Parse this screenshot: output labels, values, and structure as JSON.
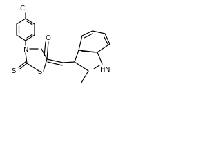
{
  "molecule": {
    "atoms": {
      "chlorine": "Cl",
      "carbonyl_oxygen": "O",
      "ring_nitrogen": "N",
      "thione_sulfur": "S",
      "ring_sulfur": "S",
      "indole_nh": "H",
      "indole_nh_n": "N"
    },
    "colors": {
      "bond": "#000000",
      "background": "#ffffff"
    }
  }
}
